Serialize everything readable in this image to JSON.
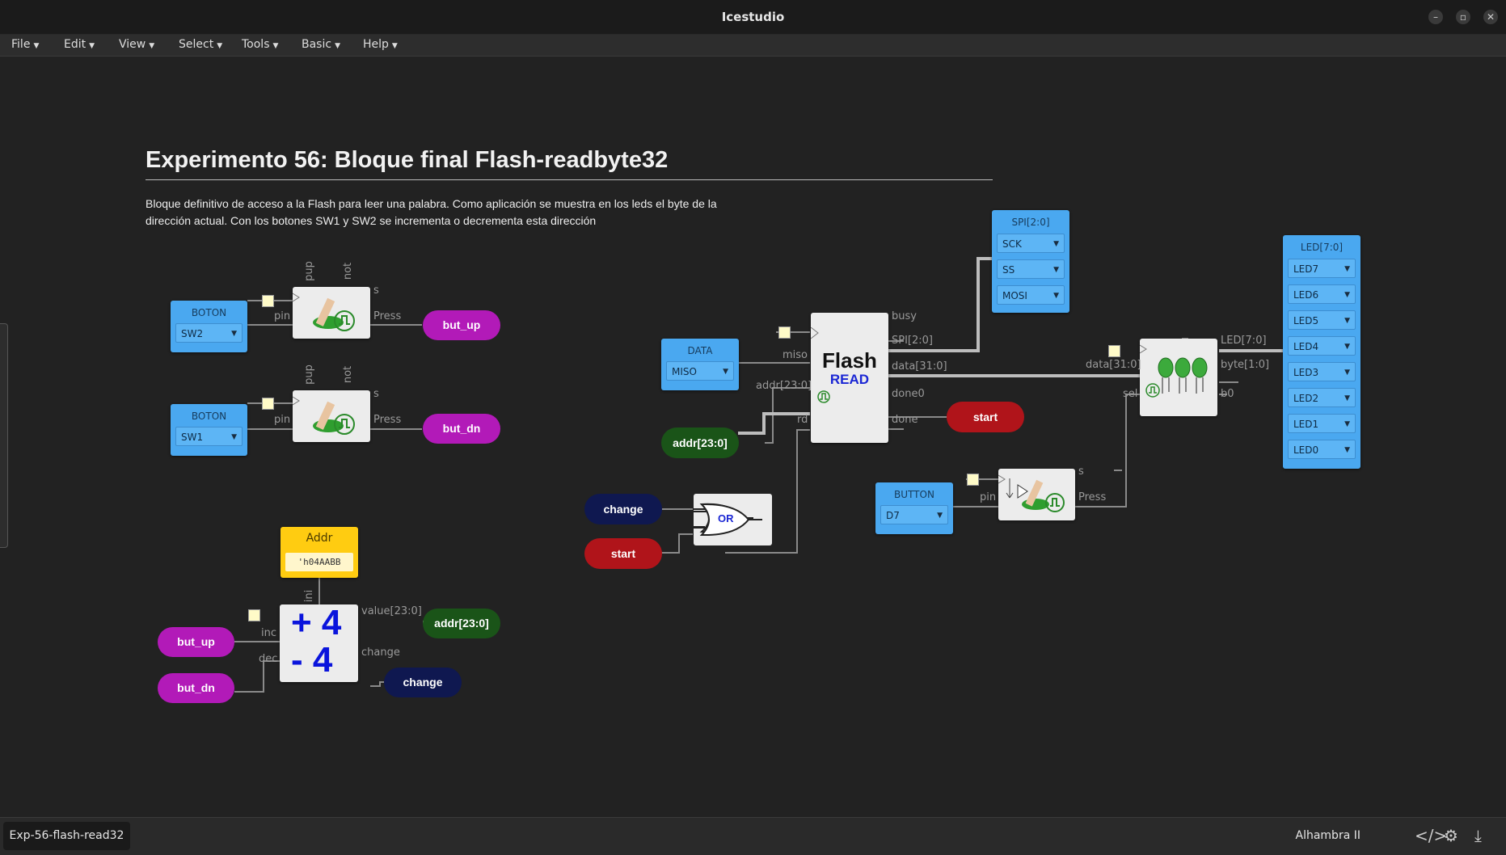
{
  "window": {
    "title": "Icestudio"
  },
  "menu": [
    {
      "label": "File"
    },
    {
      "label": "Edit"
    },
    {
      "label": "View"
    },
    {
      "label": "Select"
    },
    {
      "label": "Tools"
    },
    {
      "label": "Basic"
    },
    {
      "label": "Help"
    }
  ],
  "canvas": {
    "heading": "Experimento 56: Bloque final Flash-readbyte32",
    "description": "Bloque definitivo de acceso a la Flash para leer una palabra. Como aplicación se muestra en los leds el byte de la dirección actual. Con los botones SW1 y SW2 se incrementa o decrementa esta dirección"
  },
  "blocks": {
    "boton1": {
      "title": "BOTON",
      "value": "SW2"
    },
    "boton2": {
      "title": "BOTON",
      "value": "SW1"
    },
    "deb1": {
      "top1": "pup",
      "top2": "not",
      "pin": "pin",
      "s": "s",
      "press": "Press"
    },
    "deb2": {
      "top1": "pup",
      "top2": "not",
      "pin": "pin",
      "s": "s",
      "press": "Press"
    },
    "but_up_out": "but_up",
    "but_dn_out": "but_dn",
    "addr_const": {
      "title": "Addr",
      "value": "'h04AABB"
    },
    "counter": {
      "plus": "+ 4",
      "minus": "- 4",
      "ini": "ini",
      "inc": "inc",
      "dec": "dec",
      "value": "value[23:0]",
      "change": "change"
    },
    "but_up_in": "but_up",
    "but_dn_in": "but_dn",
    "addr_out1": "addr[23:0]",
    "change_out": "change",
    "data_in": {
      "title": "DATA",
      "value": "MISO"
    },
    "flash": {
      "title": "Flash",
      "subtitle": "READ",
      "miso": "miso",
      "addr": "addr[23:0]",
      "rd": "rd",
      "busy": "busy",
      "spi": "SPI[2:0]",
      "data": "data[31:0]",
      "done0": "done0",
      "done": "done"
    },
    "addr_in": "addr[23:0]",
    "change_in": "change",
    "start_in": "start",
    "or_gate": "OR",
    "start_out": "start",
    "spi_out": {
      "title": "SPI[2:0]",
      "items": [
        "SCK",
        "SS",
        "MOSI"
      ]
    },
    "button_d7": {
      "title": "BUTTON",
      "value": "D7"
    },
    "deb3": {
      "pin": "pin",
      "s": "s",
      "press": "Press"
    },
    "mux": {
      "data": "data[31:0]",
      "sel": "sel",
      "led": "LED[7:0]",
      "byte": "byte[1:0]",
      "b0": "b0"
    },
    "led_out": {
      "title": "LED[7:0]",
      "items": [
        "LED7",
        "LED6",
        "LED5",
        "LED4",
        "LED3",
        "LED2",
        "LED1",
        "LED0"
      ]
    }
  },
  "statusbar": {
    "file": "Exp-56-flash-read32",
    "board": "Alhambra II"
  }
}
